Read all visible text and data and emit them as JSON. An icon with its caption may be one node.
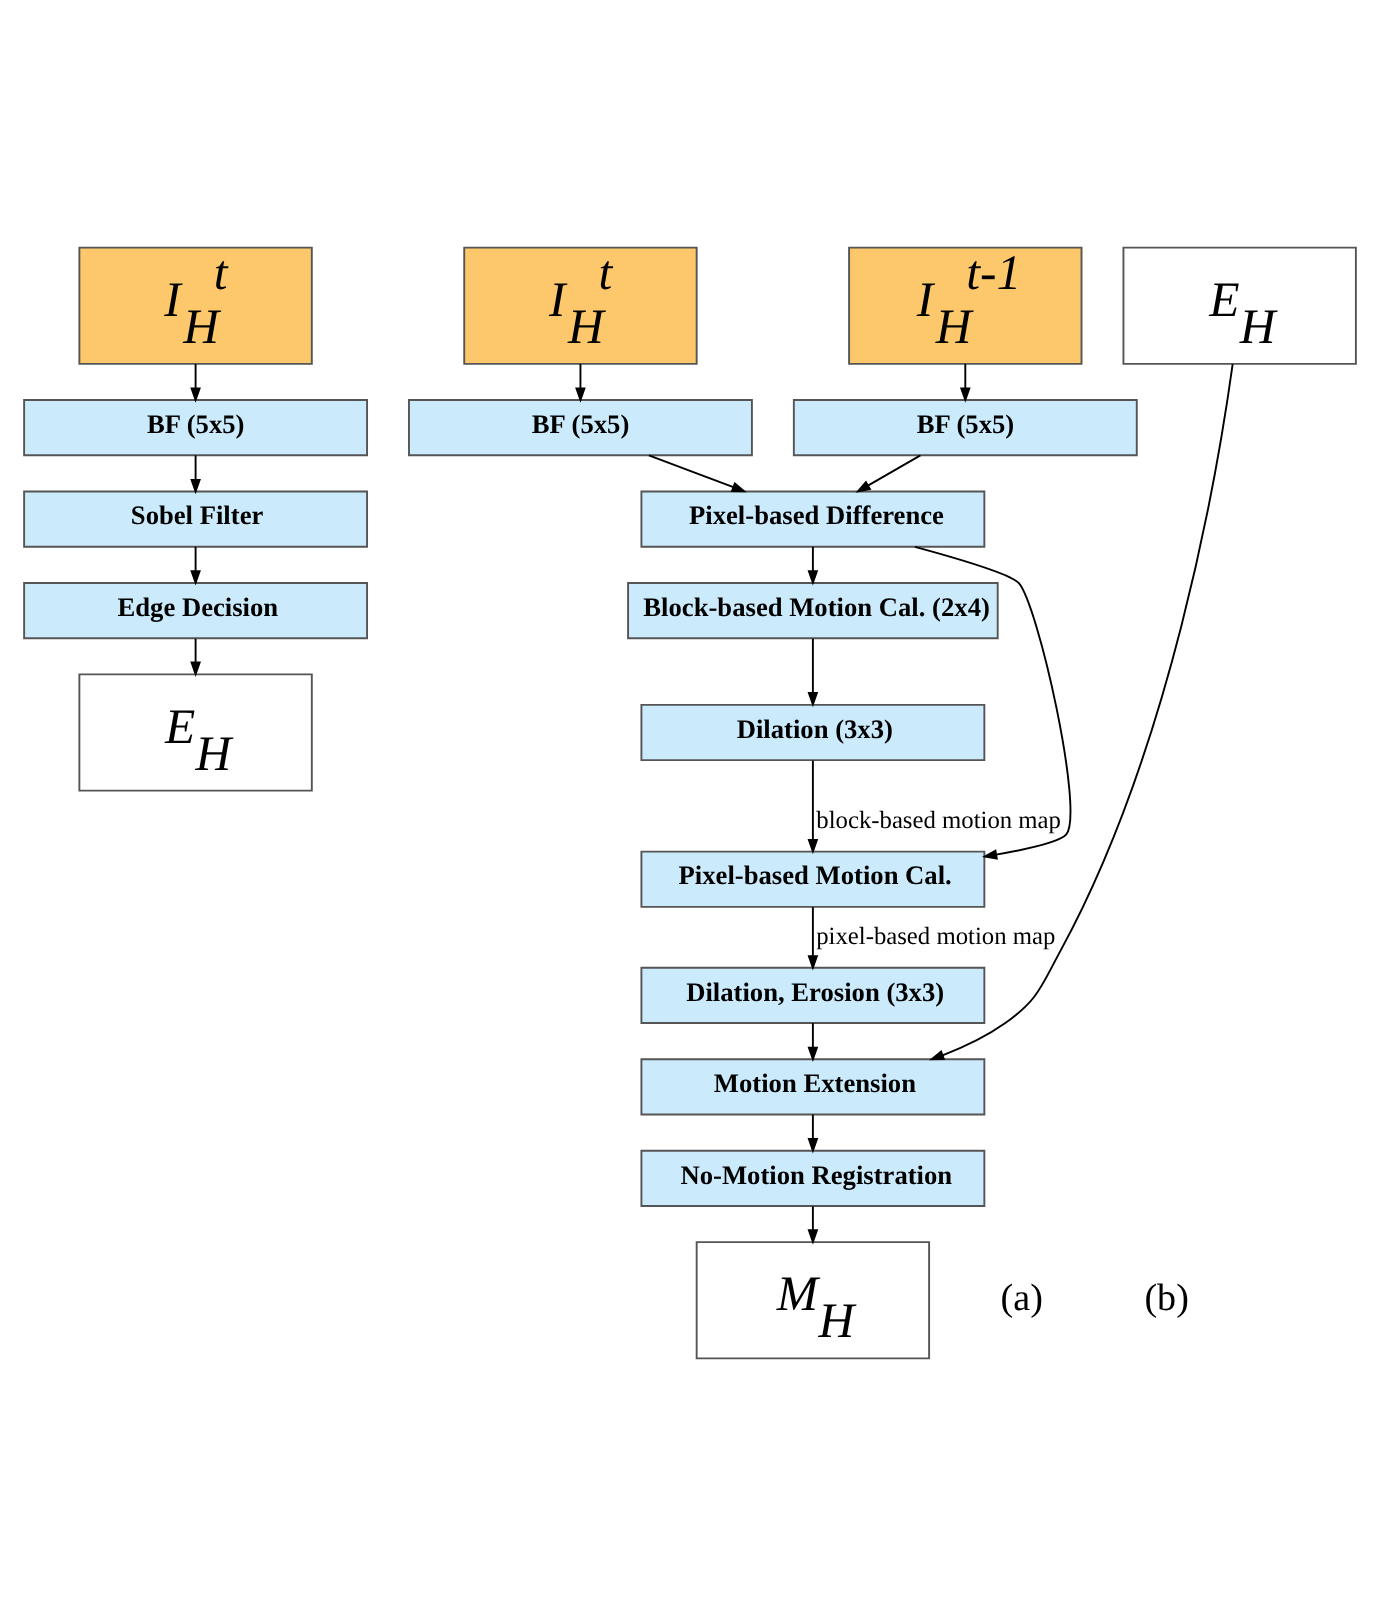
{
  "diagram": {
    "nodes": [
      {
        "text": [
          "I$_{H}$$^{t}$"
        ]
      },
      {
        "text": [
          "BF (5x5)"
        ]
      },
      {
        "text": [
          "Sobel Filter"
        ]
      },
      {
        "text": [
          "Edge Decision"
        ]
      },
      {
        "text": [
          "E$_{H}$"
        ]
      },
      {
        "text": [
          "I$_{H}$$^{t}$"
        ]
      },
      {
        "text": [
          "I$_{H}$$^{t-1}$"
        ]
      },
      {
        "text": [
          "E$_{H}$"
        ]
      },
      {
        "text": [
          "BF (5x5)"
        ]
      },
      {
        "text": [
          "BF (5x5)"
        ]
      },
      {
        "text": [
          "Pixel-based Difference"
        ]
      },
      {
        "text": [
          "Block-based Motion Cal. (2x4)"
        ]
      },
      {
        "text": [
          "Dilation (3x3)"
        ]
      },
      {
        "text": [
          "Pixel-based Motion Cal."
        ]
      },
      {
        "text": [
          "Dilation, Erosion (3x3)"
        ]
      },
      {
        "text": [
          "Motion Extension"
        ]
      },
      {
        "text": [
          "No-Motion Registration"
        ]
      },
      {
        "text": [
          "M$_{H}$"
        ]
      }
    ],
    "edges": [
      {
        "from": 0,
        "to": 1,
        "arrow": "to"
      },
      {
        "from": 1,
        "to": 2,
        "arrow": "to"
      },
      {
        "from": 2,
        "to": 3,
        "arrow": "to"
      },
      {
        "from": 3,
        "to": 4,
        "arrow": "to"
      },
      {
        "from": 5,
        "to": 8,
        "arrow": "to"
      },
      {
        "from": 6,
        "to": 9,
        "arrow": "to"
      },
      {
        "from": 8,
        "to": 10,
        "arrow": "to"
      },
      {
        "from": 9,
        "to": 10,
        "arrow": "to"
      },
      {
        "from": 10,
        "to": 11,
        "arrow": "to"
      },
      {
        "from": 10,
        "to": 13,
        "arrow": "to"
      },
      {
        "from": 11,
        "to": 12,
        "arrow": "to"
      },
      {
        "from": 12,
        "to": 13,
        "label": "block-based motion map",
        "arrow": "to"
      },
      {
        "from": 13,
        "to": 14,
        "label": "pixel-based motion map",
        "arrow": "to"
      },
      {
        "from": 14,
        "to": 15,
        "arrow": "to"
      },
      {
        "from": 7,
        "to": 15,
        "arrow": "to"
      },
      {
        "from": 15,
        "to": 16,
        "arrow": "to"
      },
      {
        "from": 16,
        "to": 17,
        "arrow": "to"
      }
    ],
    "labels": [
      "(a)",
      "(b)"
    ]
  }
}
